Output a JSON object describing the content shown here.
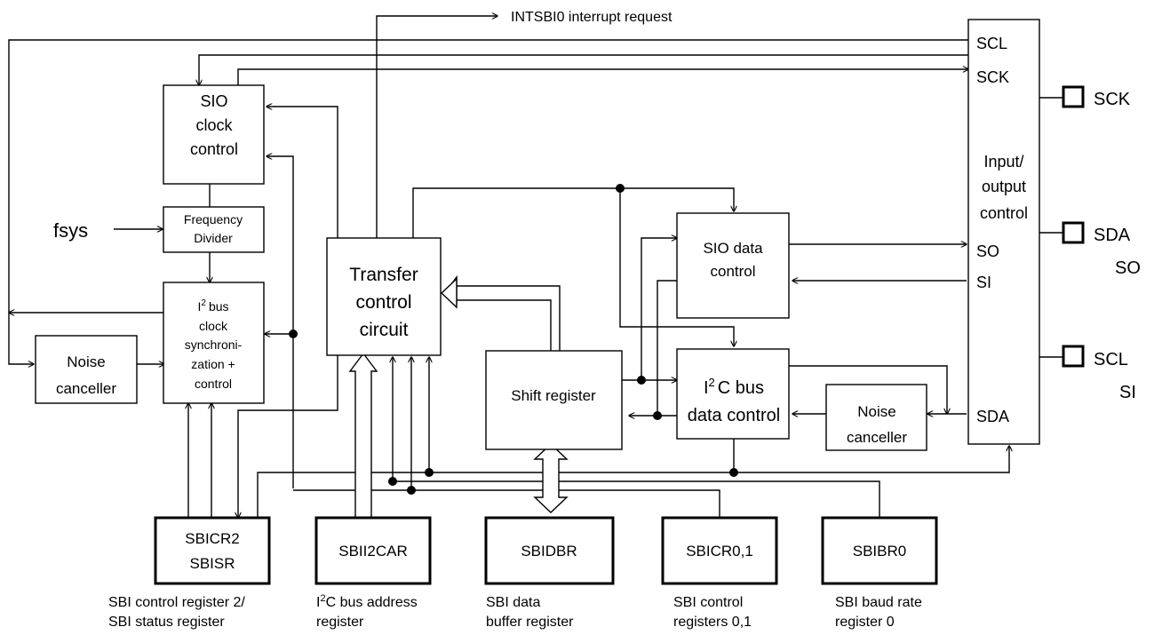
{
  "blocks": {
    "sio_clock": [
      "SIO",
      "clock",
      "control"
    ],
    "freq_div": [
      "Frequency",
      "Divider"
    ],
    "i2c_clock": [
      "bus",
      "clock",
      "synchroni-",
      "zation +",
      "control"
    ],
    "noise_left": [
      "Noise",
      "canceller"
    ],
    "transfer": [
      "Transfer",
      "control",
      "circuit"
    ],
    "shift": "Shift register",
    "sio_data": [
      "SIO data",
      "control"
    ],
    "i2c_data": [
      "C bus",
      "data control"
    ],
    "noise_right": [
      "Noise",
      "canceller"
    ],
    "io": {
      "scl": "SCL",
      "sck": "SCK",
      "title": [
        "Input/",
        "output",
        "control"
      ],
      "so": "SO",
      "si": "SI",
      "sda": "SDA"
    }
  },
  "i2c_prefix": {
    "letter": "I",
    "sup": "2"
  },
  "signals": {
    "fsys": "fsys",
    "interrupt": "INTSBI0 interrupt request"
  },
  "pins": [
    {
      "lines": [
        "SCK"
      ]
    },
    {
      "lines": [
        "SDA",
        "SO"
      ]
    },
    {
      "lines": [
        "SCL",
        "SI"
      ]
    }
  ],
  "registers": [
    {
      "lines": [
        "SBICR2",
        "SBISR"
      ],
      "caption": [
        "SBI control register 2/",
        "SBI status register"
      ]
    },
    {
      "lines": [
        "SBII2CAR"
      ],
      "caption": [
        "C bus address",
        "register"
      ],
      "caption_i2c": true
    },
    {
      "lines": [
        "SBIDBR"
      ],
      "caption": [
        "SBI data",
        "buffer register"
      ]
    },
    {
      "lines": [
        "SBICR0,1"
      ],
      "caption": [
        "SBI control",
        "registers 0,1"
      ]
    },
    {
      "lines": [
        "SBIBR0"
      ],
      "caption": [
        "SBI baud rate",
        "register 0"
      ]
    }
  ]
}
